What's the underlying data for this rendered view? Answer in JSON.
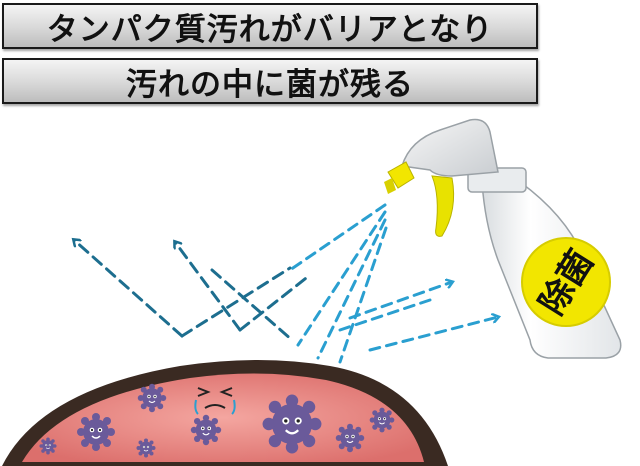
{
  "header": {
    "line1": "タンパク質汚れがバリアとなり",
    "line2": "汚れの中に菌が残る"
  },
  "bottle": {
    "label": "除菌"
  },
  "colors": {
    "reflect_arrow": "#1d6e8f",
    "spray_arrow": "#2a9fd0",
    "dirt_outer": "#3a2a22",
    "dirt_inner": "#e88a86",
    "germ": "#6a5a9a",
    "bottle_label": "#f2e600",
    "nozzle": "#f2e600"
  }
}
